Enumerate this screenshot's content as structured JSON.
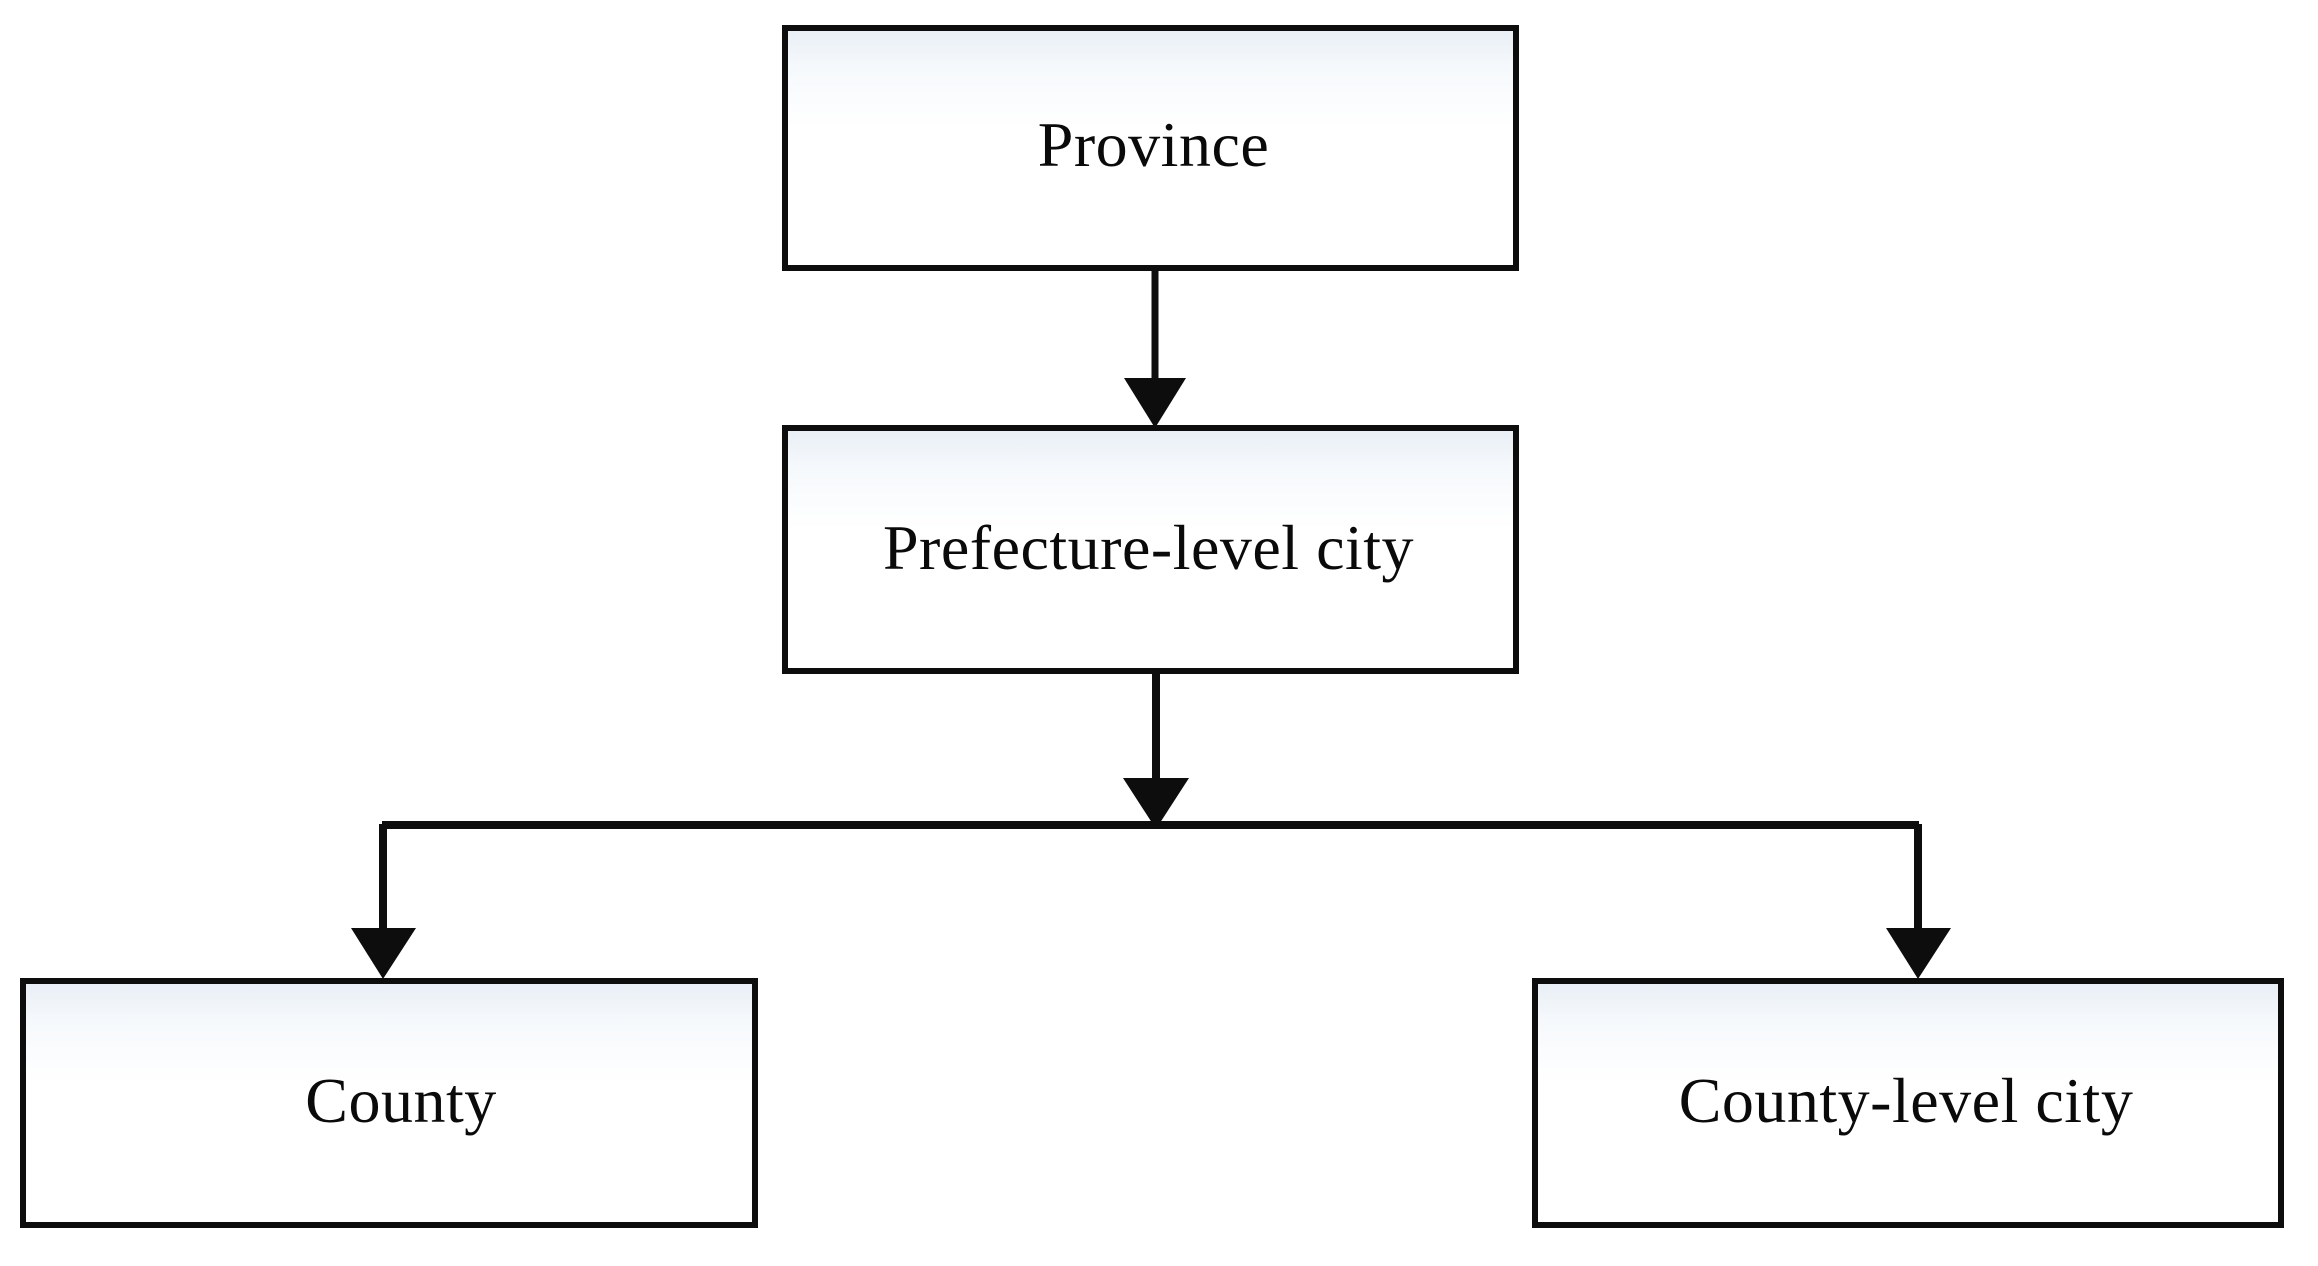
{
  "diagram": {
    "type": "hierarchy-flowchart",
    "orientation": "top-down",
    "background_color": "#ffffff",
    "line_color": "#0d0d0d",
    "box_border_color": "#0d0d0d",
    "box_fill_color": "#ffffff",
    "text_color": "#0a0a0a",
    "nodes": [
      {
        "id": "province",
        "label": "Province",
        "level": 1
      },
      {
        "id": "prefecture",
        "label": "Prefecture-level city",
        "level": 2
      },
      {
        "id": "county",
        "label": "County",
        "level": 3
      },
      {
        "id": "county_level_city",
        "label": "County-level city",
        "level": 3
      }
    ],
    "edges": [
      {
        "from": "province",
        "to": "prefecture",
        "style": "straight-arrow"
      },
      {
        "from": "prefecture",
        "to": "county",
        "style": "elbow-arrow"
      },
      {
        "from": "prefecture",
        "to": "county_level_city",
        "style": "elbow-arrow"
      }
    ]
  }
}
